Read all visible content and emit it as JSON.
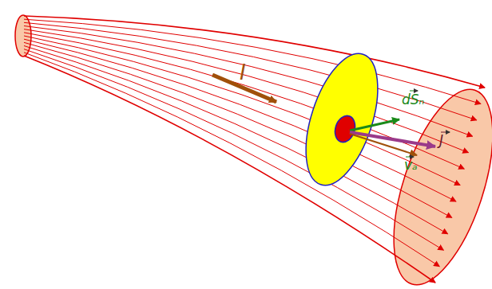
{
  "diagram": {
    "labels": [
      "I",
      "dSₙ",
      "J",
      "vₐ"
    ]
  }
}
